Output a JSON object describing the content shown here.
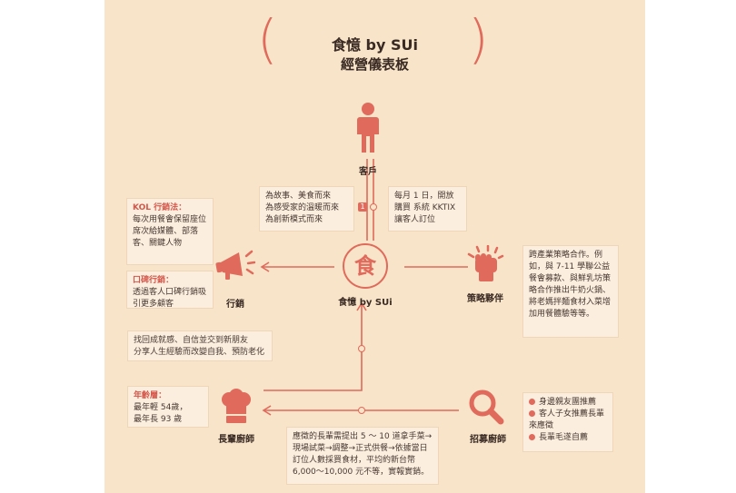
{
  "title": {
    "line1": "食憶 by SUi",
    "line2": "經營儀表板"
  },
  "nodes": {
    "customer": "客戶",
    "center": "食憶 by SUi",
    "center_glyph": "食",
    "marketing": "行銷",
    "partners": "策略夥伴",
    "elder_chef": "長輩廚師",
    "recruit_chef": "招募廚師"
  },
  "notes": {
    "kol_title": "KOL 行銷法：",
    "kol_body": "每次用餐會保留座位席次給媒體、部落客、關鍵人物",
    "wom_title": "口碑行銷：",
    "wom_body": "透過客人口碑行銷吸引更多顧客",
    "motive_1": "為故事、美食而來",
    "motive_2": "為感受家的溫暖而來",
    "motive_3": "為創新模式而來",
    "booking_1": "每月 1 日，開放",
    "booking_2": "購買 系統 KKTIX",
    "booking_3": "讓客人訂位",
    "step_number": "1",
    "partner_body": "跨產業策略合作。例如，與 7-11 學聯公益餐會募款、與鮮乳坊策略合作推出牛奶火鍋、將老媽拌麵食材入菜增加用餐體驗等等。",
    "benefit_1": "找回成就感、自信並交到新朋友",
    "benefit_2": "分享人生經驗而改變自我、預防老化",
    "age_title": "年齡層：",
    "age_1": "最年輕 54歲，",
    "age_2": "最年長 93 歲",
    "process_body": "應徵的長輩需提出 5 ～ 10 道拿手菜→現場試菜→調整→正式供餐→依據當日訂位人數採買食材，平均約新台幣 6,000～10,000 元不等，實報實銷。",
    "recruit_1": "身邊親友團推薦",
    "recruit_2": "客人子女推薦長輩來應徵",
    "recruit_3": "長輩毛遂自薦"
  },
  "colors": {
    "accent": "#e06a5c",
    "background": "#f8e4c8",
    "note_bg": "#fbeede"
  },
  "icons": [
    "person-icon",
    "megaphone-icon",
    "fist-icon",
    "chef-hat-icon",
    "magnifier-icon",
    "bowl-logo-icon"
  ]
}
